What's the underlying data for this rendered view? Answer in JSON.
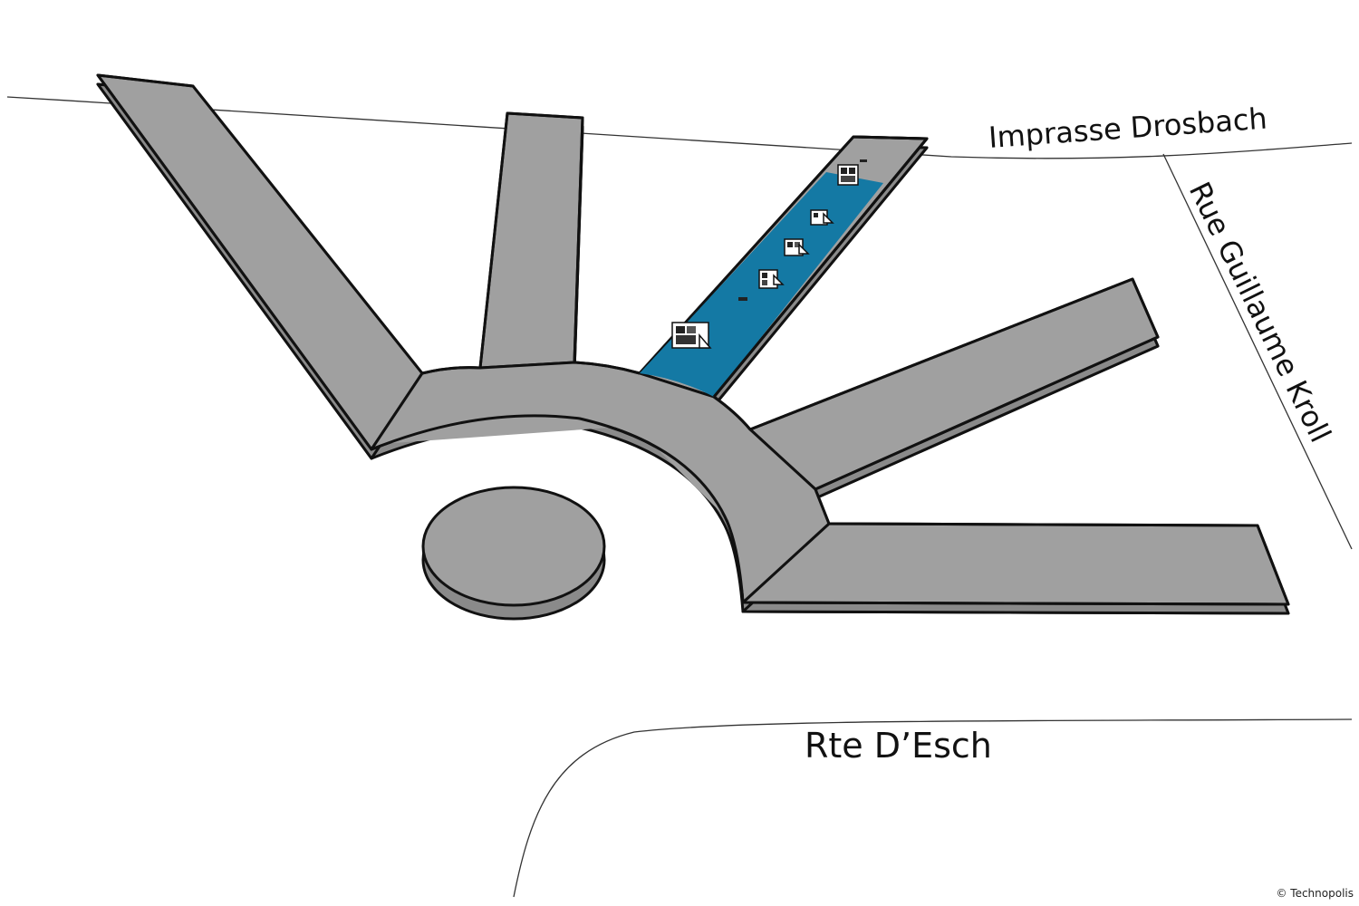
{
  "streets": {
    "north": "Imprasse Drosbach",
    "east": "Rue Guillaume Kroll",
    "south": "Rte D’Esch"
  },
  "copyright": "© Technopolis",
  "colors": {
    "building_fill": "#a0a0a0",
    "building_side": "#8a8a8a",
    "building_outline": "#111111",
    "highlight": "#1479a4",
    "street_line": "#333333"
  },
  "icons": [
    "shop-icon",
    "shop-icon",
    "shop-icon",
    "shop-icon",
    "shop-icon",
    "shop-icon"
  ]
}
